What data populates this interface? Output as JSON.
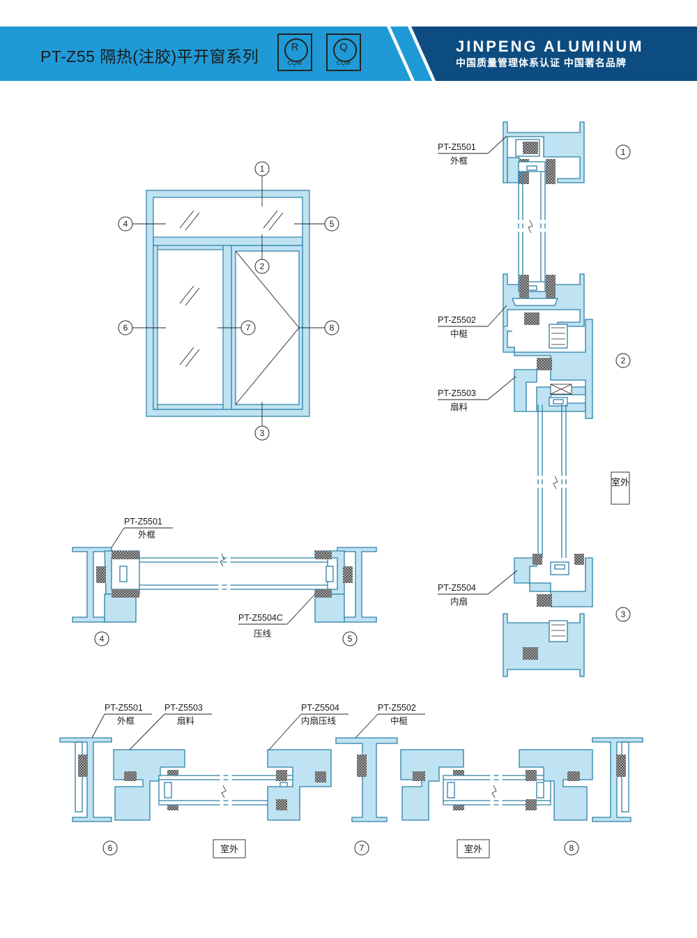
{
  "header": {
    "title": "PT-Z55 隔热(注胶)平开窗系列",
    "badges": [
      {
        "letter": "R",
        "sub": "CQM"
      },
      {
        "letter": "Q",
        "sub": "CQM"
      }
    ],
    "brand": "JINPENG ALUMINUM",
    "brand_sub": "中国质量管理体系认证 中国著名品牌",
    "colors": {
      "header_blue": "#1f9ad6",
      "header_navy": "#0d4c80",
      "profile_fill": "#bfe3f2",
      "profile_stroke": "#2b7fa8"
    }
  },
  "elevation": {
    "callouts": [
      "1",
      "2",
      "3",
      "4",
      "5",
      "6",
      "7",
      "8"
    ]
  },
  "section_h": {
    "labels": [
      {
        "code": "PT-Z5501",
        "name": "外框"
      },
      {
        "code": "PT-Z5504C",
        "name": "压线"
      }
    ],
    "callouts": [
      "4",
      "5"
    ]
  },
  "section_v": {
    "labels": [
      {
        "code": "PT-Z5501",
        "name": "外框"
      },
      {
        "code": "PT-Z5502",
        "name": "中梃"
      },
      {
        "code": "PT-Z5503",
        "name": "扇料"
      },
      {
        "code": "PT-Z5504",
        "name": "内扇"
      }
    ],
    "callouts": [
      "1",
      "2",
      "3"
    ],
    "outside": "室外"
  },
  "section_b": {
    "labels": [
      {
        "code": "PT-Z5501",
        "name": "外框"
      },
      {
        "code": "PT-Z5503",
        "name": "扇料"
      },
      {
        "code": "PT-Z5504",
        "name": "内扇压线"
      },
      {
        "code": "PT-Z5502",
        "name": "中梃"
      }
    ],
    "callouts": [
      "6",
      "7",
      "8"
    ],
    "outside": [
      "室外",
      "室外"
    ]
  }
}
